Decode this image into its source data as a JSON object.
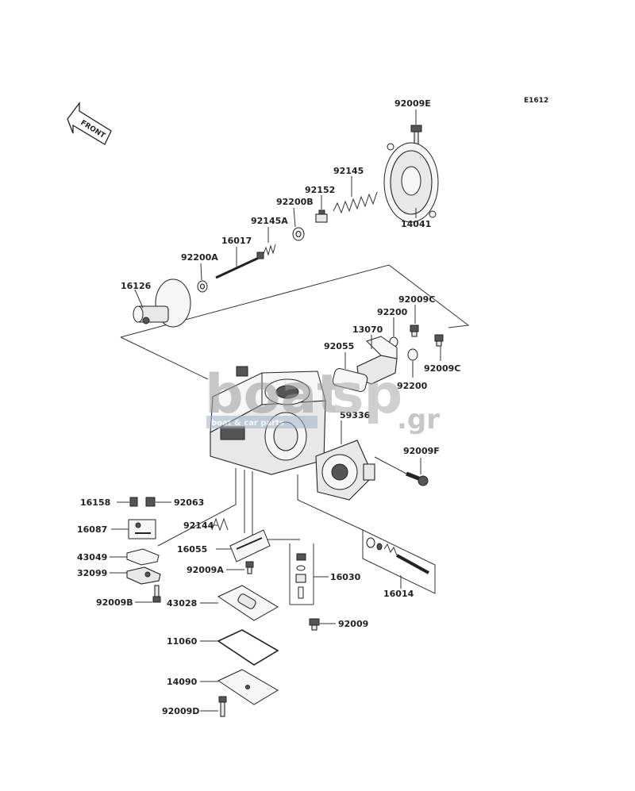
{
  "diagram": {
    "code": "E1612",
    "front_label": "FRONT",
    "watermark": {
      "brand_a": "boat",
      "brand_b": "sp",
      "tld": ".gr",
      "tagline": "boat & car parts"
    },
    "labels": {
      "p92009E": "92009E",
      "p14041": "14041",
      "p92145": "92145",
      "p92152": "92152",
      "p92200B": "92200B",
      "p92145A": "92145A",
      "p16017": "16017",
      "p92200A": "92200A",
      "p16126": "16126",
      "p92009C_a": "92009C",
      "p92200_a": "92200",
      "p13070": "13070",
      "p92055": "92055",
      "p92009C_b": "92009C",
      "p92200_b": "92200",
      "p59336": "59336",
      "p92009F": "92009F",
      "p16158": "16158",
      "p92063": "92063",
      "p16087": "16087",
      "p92144": "92144",
      "p16055": "16055",
      "p43049": "43049",
      "p32099": "32099",
      "p92009A": "92009A",
      "p16030": "16030",
      "p16014": "16014",
      "p92009B": "92009B",
      "p43028": "43028",
      "p92009": "92009",
      "p11060": "11060",
      "p14090": "14090",
      "p92009D": "92009D"
    }
  }
}
